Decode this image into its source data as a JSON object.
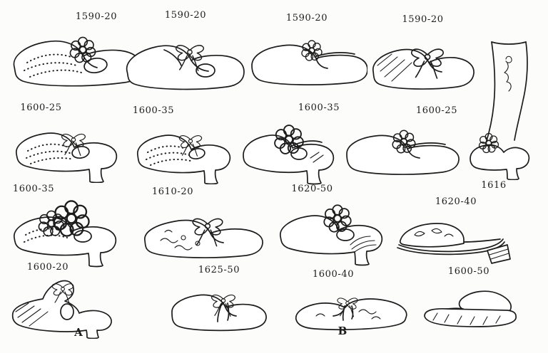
{
  "plate": {
    "title": "plate-of-historical-shoes",
    "background_color": "#fcfcfa",
    "ink_color": "#1c1c1c"
  },
  "figures": [
    {
      "label": "1590-20",
      "item": "shoe-with-large-rosette-dotted"
    },
    {
      "label": "1590-20",
      "item": "shoe-with-ribbon-tie-open-latchet"
    },
    {
      "label": "1590-20",
      "item": "shoe-with-pompom-and-strap"
    },
    {
      "label": "1590-20",
      "item": "shoe-with-bow-hatched-toe"
    },
    {
      "label": "1600-25",
      "item": "heeled-shoe-dotted-texture"
    },
    {
      "label": "1600-35",
      "item": "heeled-shoe-with-ribbon-ties"
    },
    {
      "label": "1600-35",
      "item": "heeled-shoe-with-large-rosette"
    },
    {
      "label": "1600-25",
      "item": "strap-shoe-with-rosette"
    },
    {
      "label": "1616",
      "item": "leg-with-embroidered-stocking-and-shoe"
    },
    {
      "label": "1600-35",
      "item": "heeled-shoe-with-double-rosette"
    },
    {
      "label": "1610-20",
      "item": "embroidered-flat-shoe-with-bow"
    },
    {
      "label": "1620-50",
      "item": "heeled-shoe-rosette-hatched-quarter"
    },
    {
      "label": "1620-40",
      "item": "embroidered-mule-with-stacked-heel"
    },
    {
      "label": "1600-20",
      "item": "shoe-with-tall-tongue-and-heel"
    },
    {
      "label": "1625-50",
      "item": "plain-shoe-with-ribbon-ties"
    },
    {
      "label": "1600-40",
      "item": "embroidered-slipper"
    },
    {
      "label": "1600-50",
      "item": "platform-mule"
    }
  ],
  "sections": {
    "a": "A",
    "b": "B"
  }
}
